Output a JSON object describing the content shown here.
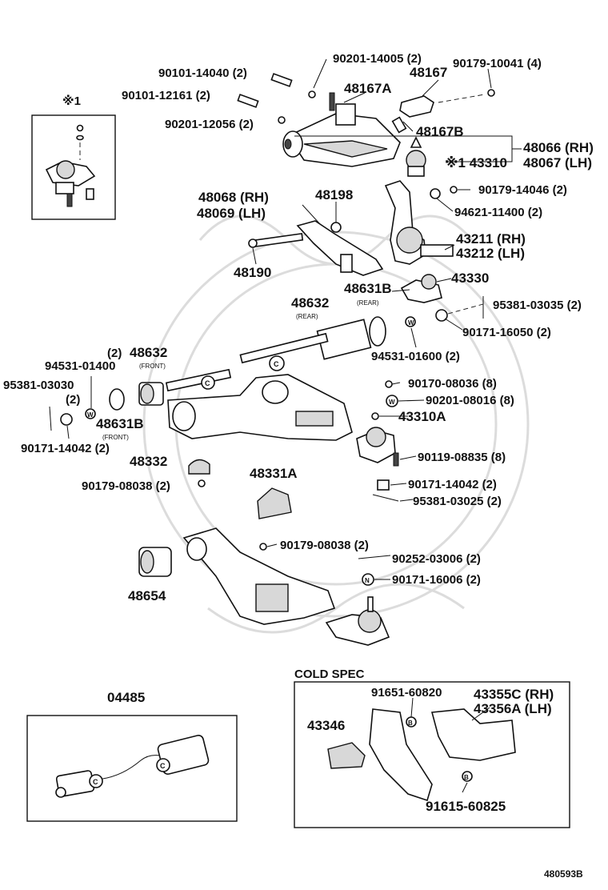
{
  "diagram_code": "480593B",
  "inset_box": {
    "title": "※1"
  },
  "cold_spec": {
    "title": "COLD SPEC"
  },
  "labels": {
    "p90201_14005": "90201-14005 (2)",
    "p90179_10041": "90179-10041 (4)",
    "p90101_14040": "90101-14040 (2)",
    "p48167": "48167",
    "p48167A": "48167A",
    "p90101_12161": "90101-12161 (2)",
    "p90201_12056": "90201-12056 (2)",
    "p48167B": "48167B",
    "p48066": "48066 (RH)",
    "p48067": "48067 (LH)",
    "p43310": "※1 43310",
    "p48068": "48068 (RH)",
    "p48069": "48069 (LH)",
    "p48198": "48198",
    "p90179_14046": "90179-14046 (2)",
    "p94621_11400": "94621-11400 (2)",
    "p43211": "43211 (RH)",
    "p43212": "43212 (LH)",
    "p48190": "48190",
    "p43330": "43330",
    "p48631B_rear": "48631B",
    "rear_a": "(REAR)",
    "p48632_rear": "48632",
    "rear_b": "(REAR)",
    "p95381_03035": "95381-03035 (2)",
    "p90171_16050": "90171-16050 (2)",
    "p94531_01600": "94531-01600 (2)",
    "p48632_front_qty": "(2)",
    "p48632_front": "48632",
    "front_a": "(FRONT)",
    "p94531_01400": "94531-01400",
    "p95381_03030": "95381-03030",
    "p95381_03030_qty": "(2)",
    "p90170_08036": "90170-08036 (8)",
    "p90201_08016": "90201-08016 (8)",
    "p48631B_front": "48631B",
    "front_b": "(FRONT)",
    "p90171_14042_left": "90171-14042 (2)",
    "p43310A": "43310A",
    "p48332": "48332",
    "p90119_08835": "90119-08835 (8)",
    "p90179_08038_left": "90179-08038 (2)",
    "p48331A": "48331A",
    "p90171_14042_right": "90171-14042 (2)",
    "p95381_03025": "95381-03025 (2)",
    "p90179_08038_right": "90179-08038 (2)",
    "p90252_03006": "90252-03006 (2)",
    "p90171_16006": "90171-16006 (2)",
    "p48654": "48654",
    "p04485": "04485",
    "p91651_60820": "91651-60820",
    "p43355C": "43355C (RH)",
    "p43356A": "43356A (LH)",
    "p43346": "43346",
    "p91615_60825": "91615-60825"
  },
  "markers": {
    "washer": "W",
    "nut": "N",
    "bolt": "B",
    "clamp": "C"
  }
}
